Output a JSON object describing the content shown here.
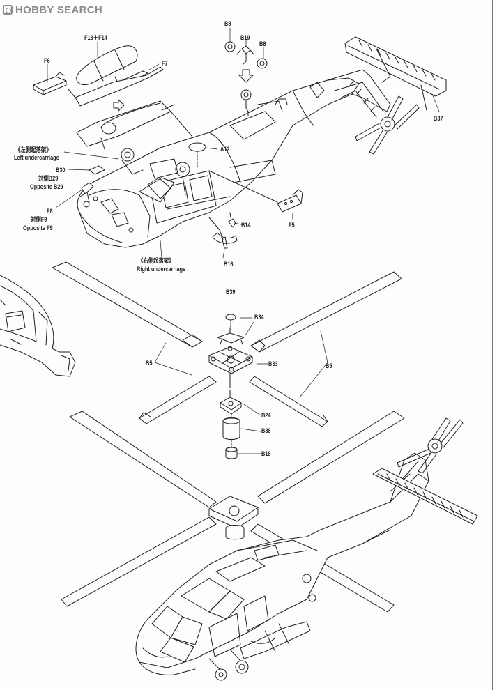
{
  "watermark": {
    "text": "HOBBY SEARCH",
    "logo_icon": "hobby-search-logo-icon"
  },
  "parts": {
    "b8_top_left": "B8",
    "b19": "B19",
    "b8_top_right": "B8",
    "f13_f14": "F13＋F14",
    "f6": "F6",
    "f7": "F7",
    "b37": "B37",
    "a12": "A12",
    "left_uc_cn": "《左側起落架》",
    "left_uc_en": "Left undercarriage",
    "b30": "B30",
    "opp_b29_cn": "対側B29",
    "opp_b29_en": "Opposite B29",
    "f8": "F8",
    "opp_f9_cn": "対側F9",
    "opp_f9_en": "Opposite F9",
    "f5": "F5",
    "b14": "B14",
    "b16": "B16",
    "right_uc_cn": "《右側起落架》",
    "right_uc_en": "Right undercarriage",
    "b39": "B39",
    "b34": "B34",
    "b5_left": "B5",
    "b33": "B33",
    "b5_right": "B5",
    "b24": "B24",
    "b38": "B38",
    "b18": "B18"
  },
  "colors": {
    "line": "#1c1c1c",
    "paper": "#fdfdfd",
    "watermark": "#8a8a8a"
  }
}
